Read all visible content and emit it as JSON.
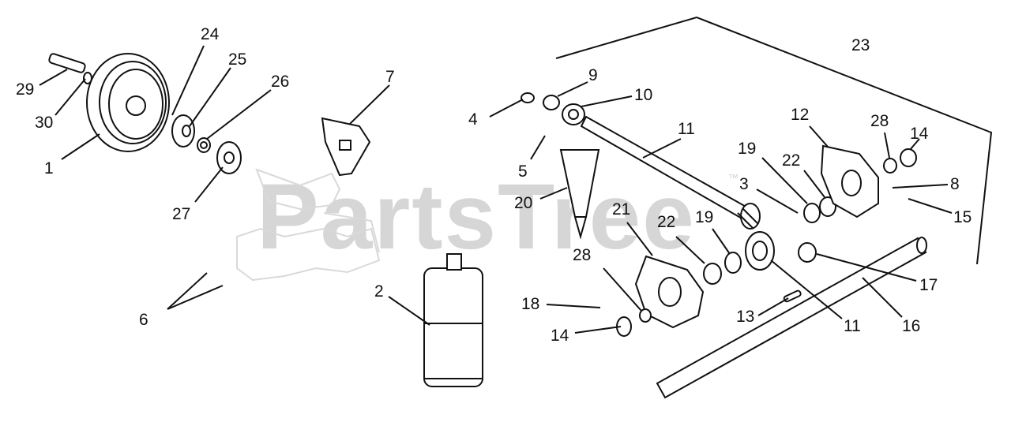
{
  "watermark": {
    "text": "PartsTree",
    "trademark": "™"
  },
  "callouts": [
    {
      "id": "29",
      "text": "29"
    },
    {
      "id": "30",
      "text": "30"
    },
    {
      "id": "1",
      "text": "1"
    },
    {
      "id": "24",
      "text": "24"
    },
    {
      "id": "25",
      "text": "25"
    },
    {
      "id": "26",
      "text": "26"
    },
    {
      "id": "27",
      "text": "27"
    },
    {
      "id": "7",
      "text": "7"
    },
    {
      "id": "6",
      "text": "6"
    },
    {
      "id": "2",
      "text": "2"
    },
    {
      "id": "4",
      "text": "4"
    },
    {
      "id": "9",
      "text": "9"
    },
    {
      "id": "10",
      "text": "10"
    },
    {
      "id": "5",
      "text": "5"
    },
    {
      "id": "11a",
      "text": "11"
    },
    {
      "id": "20",
      "text": "20"
    },
    {
      "id": "21",
      "text": "21"
    },
    {
      "id": "28a",
      "text": "28"
    },
    {
      "id": "22a",
      "text": "22"
    },
    {
      "id": "19a",
      "text": "19"
    },
    {
      "id": "3",
      "text": "3"
    },
    {
      "id": "19b",
      "text": "19"
    },
    {
      "id": "22b",
      "text": "22"
    },
    {
      "id": "12",
      "text": "12"
    },
    {
      "id": "28b",
      "text": "28"
    },
    {
      "id": "14a",
      "text": "14"
    },
    {
      "id": "8",
      "text": "8"
    },
    {
      "id": "15",
      "text": "15"
    },
    {
      "id": "23",
      "text": "23"
    },
    {
      "id": "17",
      "text": "17"
    },
    {
      "id": "16",
      "text": "16"
    },
    {
      "id": "11b",
      "text": "11"
    },
    {
      "id": "13",
      "text": "13"
    },
    {
      "id": "18",
      "text": "18"
    },
    {
      "id": "14b",
      "text": "14"
    }
  ]
}
